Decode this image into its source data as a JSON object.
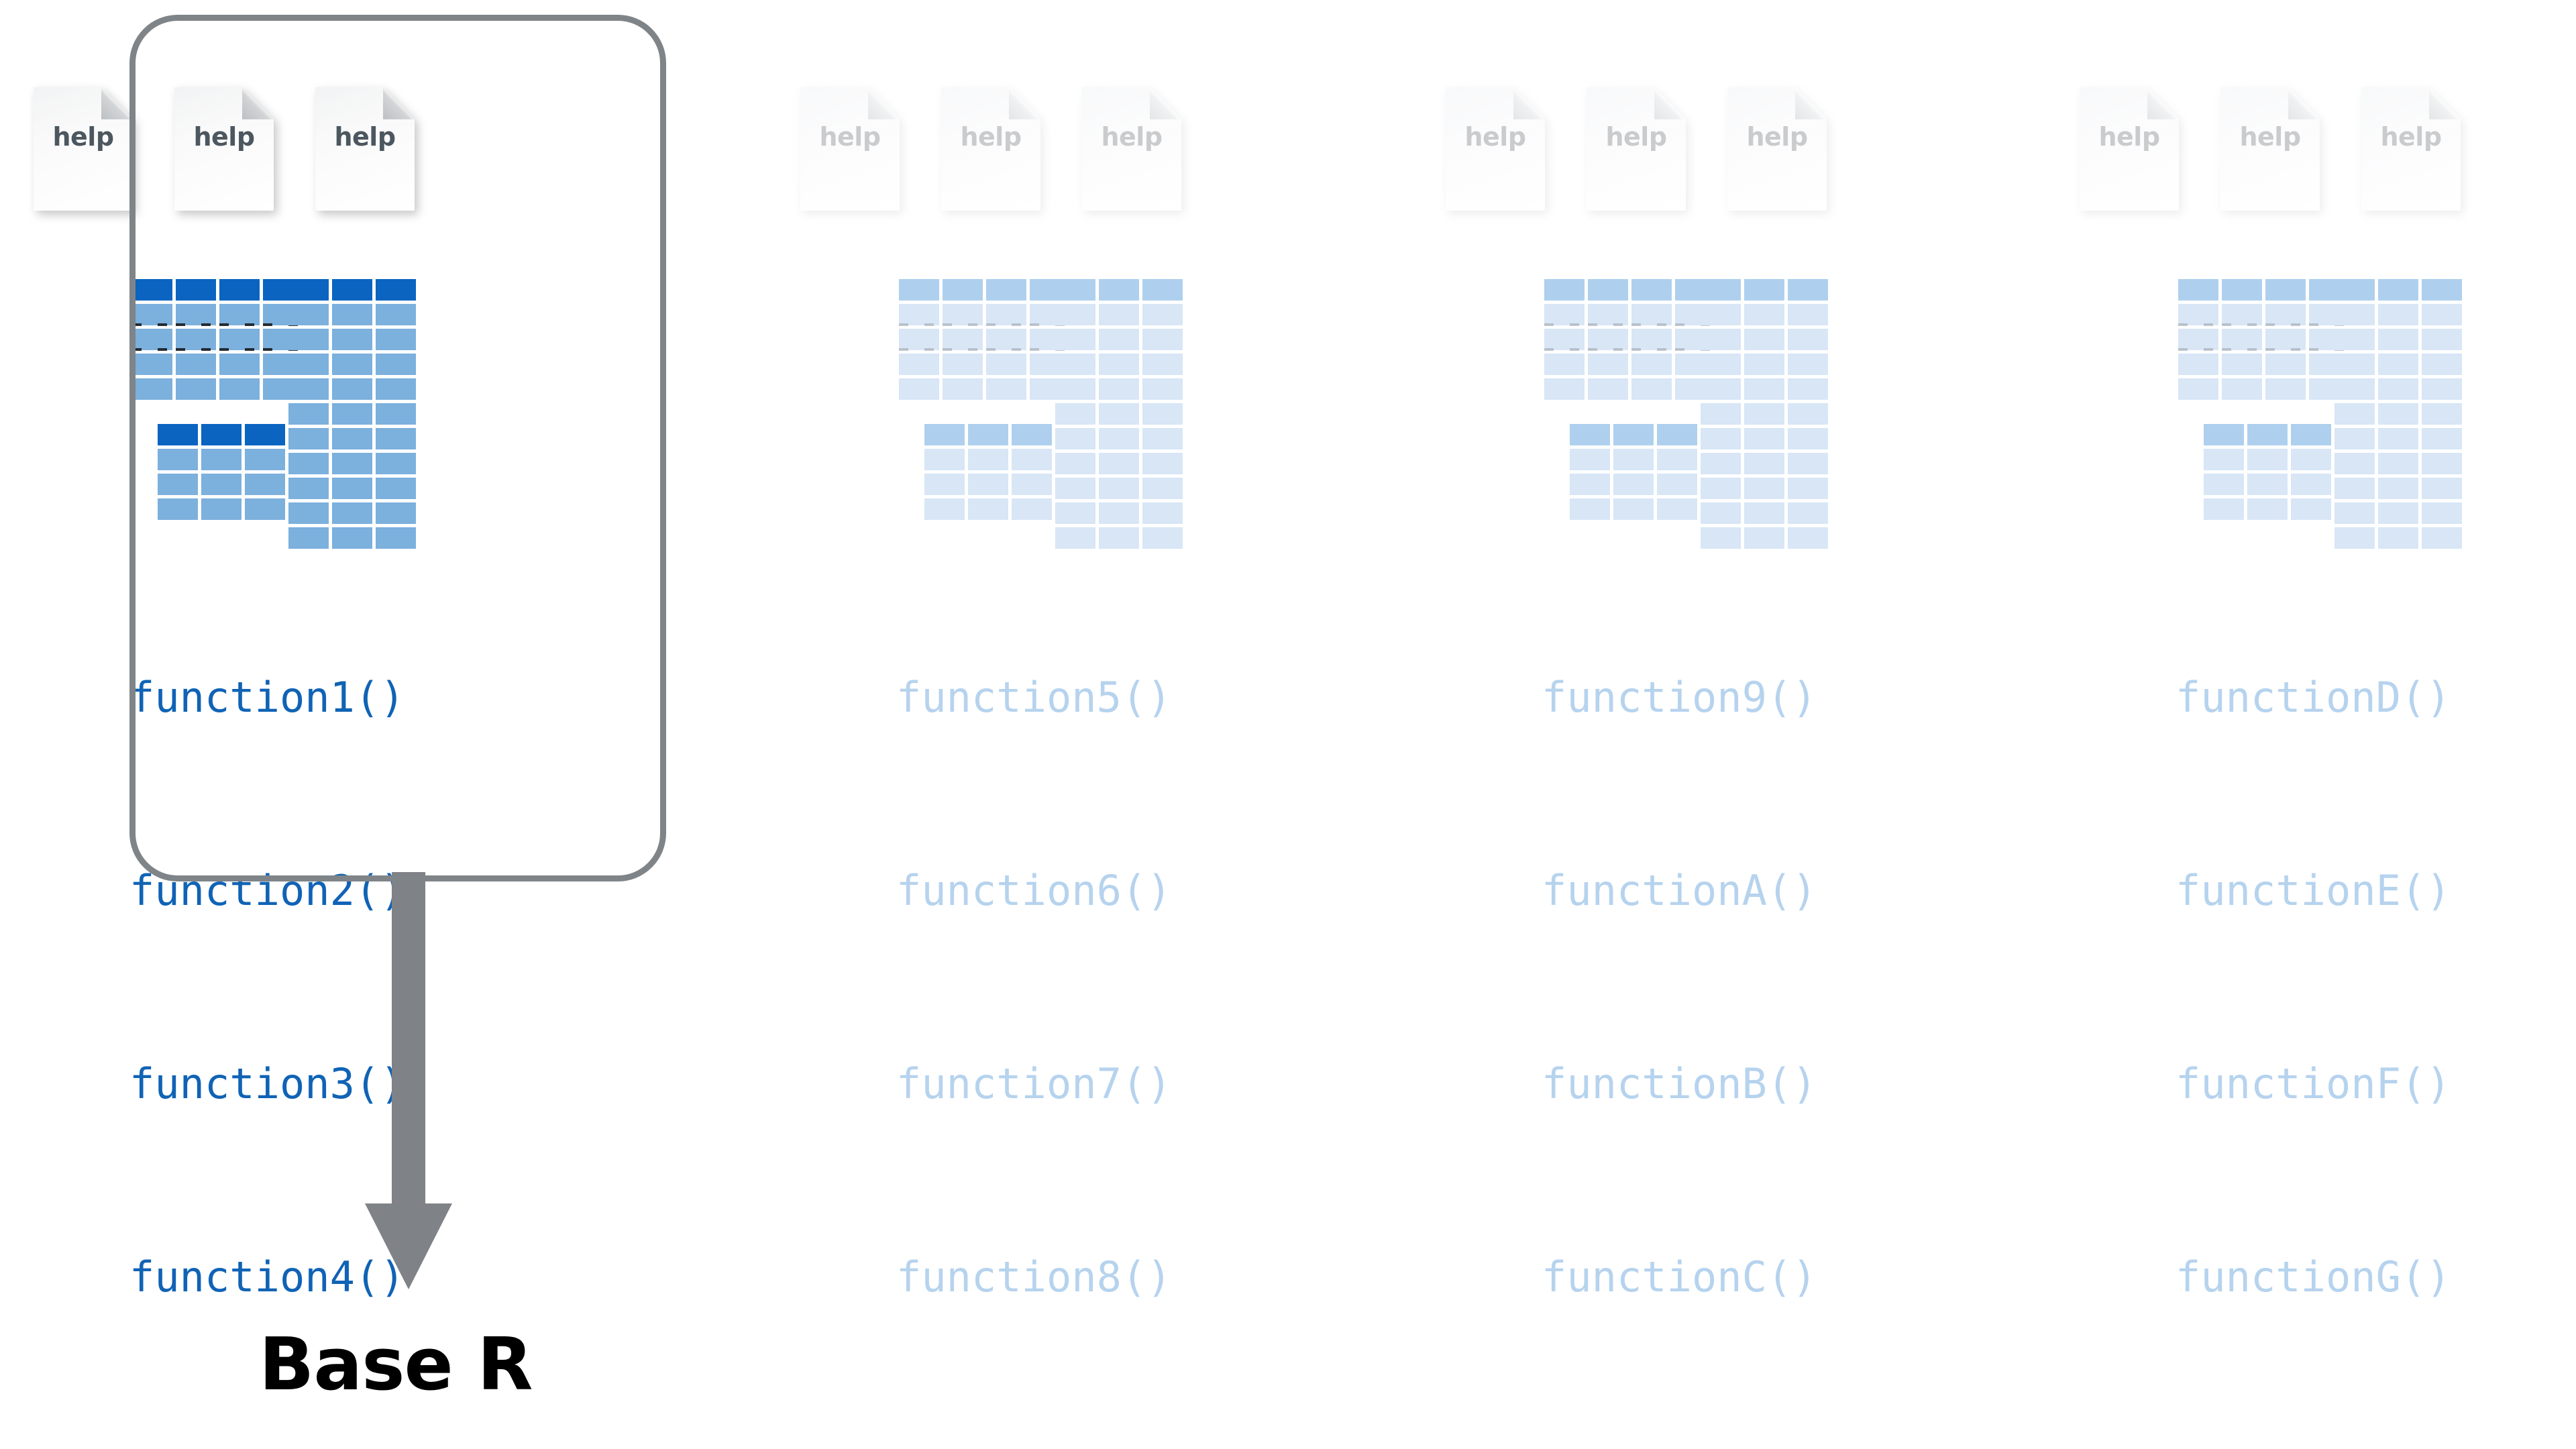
{
  "diagram": {
    "caption": "Base R",
    "arrow_icon": "down-arrow-icon",
    "highlight_color": "#7f8488",
    "arrow_color": "#7f8287",
    "active_text_color": "#1063b5",
    "faded_text_color": "#b6d3ee",
    "table_header_color": "#0a64c0",
    "table_cell_color": "#7cb0dd",
    "faded_table_header_color": "#aed0ee",
    "faded_table_cell_color": "#d8e6f6"
  },
  "help_doc": {
    "label": "help",
    "icon": "help-document-icon",
    "count_per_package": 3
  },
  "tables": {
    "table_a": {
      "columns": 4,
      "rows": 5,
      "header_rows": 1,
      "dashed_rows": [
        1,
        2
      ]
    },
    "table_b": {
      "columns": 3,
      "rows": 4,
      "header_rows": 1,
      "dashed_rows": []
    },
    "table_c": {
      "columns": 3,
      "rows": 11,
      "header_rows": 1,
      "dashed_rows": []
    }
  },
  "packages": [
    {
      "id": "package-1",
      "state": "highlighted",
      "help_docs": [
        "help",
        "help",
        "help"
      ],
      "functions": [
        "function1()",
        "function2()",
        "function3()",
        "function4()"
      ]
    },
    {
      "id": "package-2",
      "state": "faded",
      "help_docs": [
        "help",
        "help",
        "help"
      ],
      "functions": [
        "function5()",
        "function6()",
        "function7()",
        "function8()"
      ]
    },
    {
      "id": "package-3",
      "state": "faded",
      "help_docs": [
        "help",
        "help",
        "help"
      ],
      "functions": [
        "function9()",
        "functionA()",
        "functionB()",
        "functionC()"
      ]
    },
    {
      "id": "package-4",
      "state": "faded",
      "help_docs": [
        "help",
        "help",
        "help"
      ],
      "functions": [
        "functionD()",
        "functionE()",
        "functionF()",
        "functionG()"
      ]
    }
  ]
}
